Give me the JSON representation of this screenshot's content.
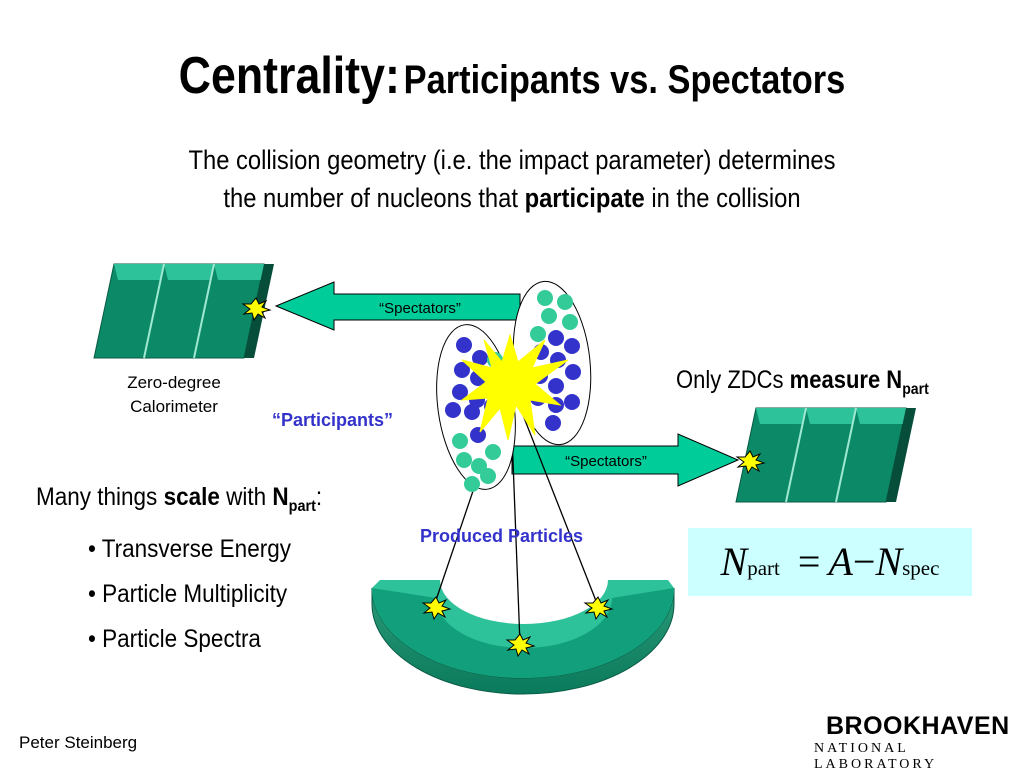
{
  "title": {
    "main": "Centrality:",
    "rest": "Participants vs. Spectators"
  },
  "subtitle": {
    "line1": "The collision geometry (i.e. the impact parameter) determines",
    "line2_pre": "the number of nucleons that",
    "line2_bold": "participate",
    "line2_post": "in the collision"
  },
  "diagram": {
    "spectators_top": "“Spectators”",
    "spectators_bottom": "“Spectators”",
    "zdc_label_line1": "Zero-degree",
    "zdc_label_line2": "Calorimeter",
    "participants_label": "“Participants”",
    "produced_label": "Produced Particles",
    "colors": {
      "detector": "#0a8a6a",
      "detector_light": "#2db890",
      "nucleon_blue": "#3333cc",
      "nucleon_green": "#33cc99",
      "arrow_fill": "#00cc99",
      "flash": "#ffff00"
    }
  },
  "zdc_note": {
    "pre": "Only ZDCs",
    "bold": "measure N",
    "sub": "part"
  },
  "scaling": {
    "pre": "Many things",
    "bold": "scale",
    "mid": "with",
    "n": "N",
    "sub": "part",
    "colon": ":",
    "bullets": [
      "• Transverse Energy",
      "• Particle Multiplicity",
      "• Particle Spectra"
    ]
  },
  "formula": {
    "lhs": "N",
    "lhs_sub": "part",
    "eq": "=",
    "a": "A",
    "minus": "−",
    "rhs": "N",
    "rhs_sub": "spec"
  },
  "footer": {
    "author": "Peter Steinberg",
    "logo_line1": "BROOKHAVEN",
    "logo_line2": "NATIONAL LABORATORY"
  }
}
